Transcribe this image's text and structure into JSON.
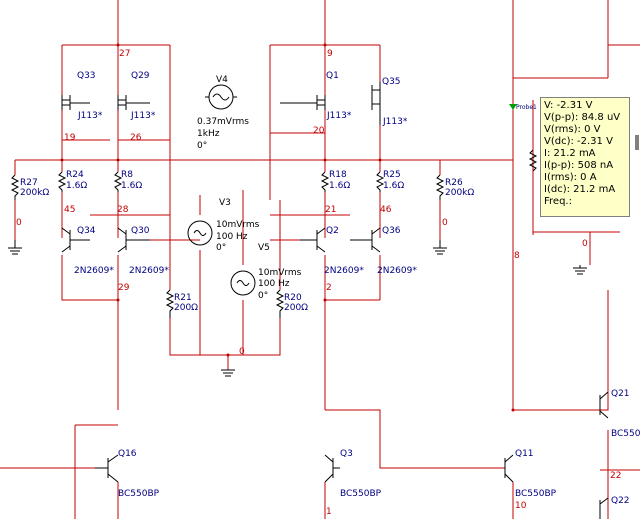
{
  "components": {
    "q33": {
      "ref": "Q33",
      "model": "J113*"
    },
    "q29": {
      "ref": "Q29",
      "model": "J113*"
    },
    "q1": {
      "ref": "Q1",
      "model": "J113*"
    },
    "q35": {
      "ref": "Q35",
      "model": "J113*"
    },
    "q34": {
      "ref": "Q34",
      "model": "2N2609*"
    },
    "q30": {
      "ref": "Q30",
      "model": "2N2609*"
    },
    "q2": {
      "ref": "Q2",
      "model": "2N2609*"
    },
    "q36": {
      "ref": "Q36",
      "model": "2N2609*"
    },
    "q16": {
      "ref": "Q16",
      "model": "BC550BP"
    },
    "q3": {
      "ref": "Q3",
      "model": "BC550BP"
    },
    "q11": {
      "ref": "Q11",
      "model": "BC550BP"
    },
    "q21": {
      "ref": "Q21",
      "model": "BC550"
    },
    "q22": {
      "ref": "Q22"
    },
    "r27": {
      "ref": "R27",
      "value": "200kΩ"
    },
    "r24": {
      "ref": "R24",
      "value": "1.6Ω"
    },
    "r8": {
      "ref": "R8",
      "value": "1.6Ω"
    },
    "r18": {
      "ref": "R18",
      "value": "1.6Ω"
    },
    "r25": {
      "ref": "R25",
      "value": "1.6Ω"
    },
    "r26": {
      "ref": "R26",
      "value": "200kΩ"
    },
    "r21": {
      "ref": "R21",
      "value": "200Ω"
    },
    "r20": {
      "ref": "R20",
      "value": "200Ω"
    },
    "v4": {
      "ref": "V4",
      "amplitude": "0.37mVrms",
      "freq": "1kHz",
      "phase": "0°"
    },
    "v3": {
      "ref": "V3",
      "amplitude": "10mVrms",
      "freq": "100 Hz",
      "phase": "0°"
    },
    "v5": {
      "ref": "V5",
      "amplitude": "10mVrms",
      "freq": "100 Hz",
      "phase": "0°"
    }
  },
  "nets": {
    "n27": "27",
    "n9": "9",
    "n19": "19",
    "n26": "26",
    "n20": "20",
    "n45": "45",
    "n28": "28",
    "n21": "21",
    "n46": "46",
    "n29": "29",
    "n2": "2",
    "n0a": "0",
    "n0b": "0",
    "n0c": "0",
    "n0d": "0",
    "n8": "8",
    "n1": "1",
    "n10": "10",
    "n22": "22"
  },
  "probe": {
    "label": "Probe1",
    "lines": [
      "V: -2.31 V",
      "V(p-p): 84.8 uV",
      "V(rms): 0 V",
      "V(dc): -2.31 V",
      "I: 21.2 mA",
      "I(p-p): 508 nA",
      "I(rms): 0 A",
      "I(dc): 21.2 mA",
      "Freq.:"
    ]
  },
  "colors": {
    "wire": "#c00000",
    "component_text": "#000080",
    "net_text": "#c00000",
    "probe_bg": "#ffffc8"
  }
}
